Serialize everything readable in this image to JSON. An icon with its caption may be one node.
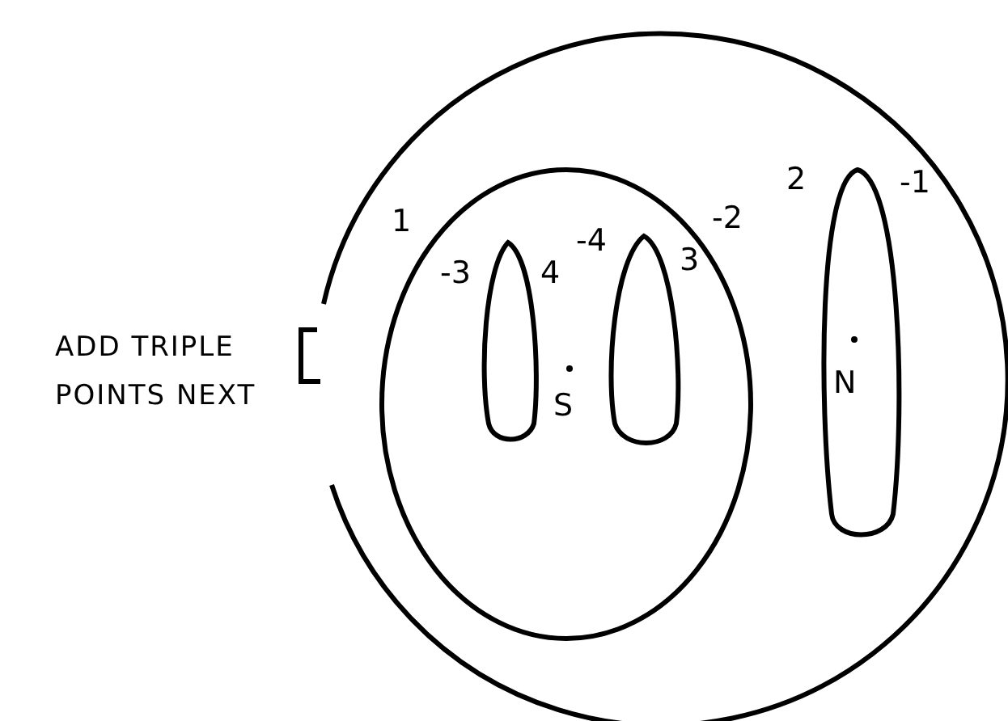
{
  "diagram": {
    "labels": [
      "2",
      "-1",
      "1",
      "-2",
      "-4",
      "-3",
      "4",
      "3",
      "ADD TRIPLE POINTS NEXT",
      "N",
      "S"
    ]
  }
}
